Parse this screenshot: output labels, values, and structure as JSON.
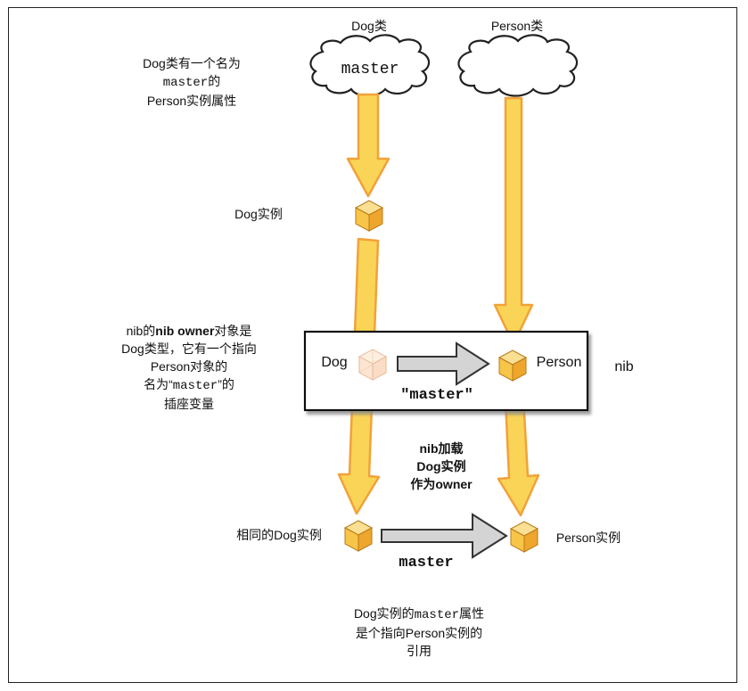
{
  "header": {
    "dog_class": "Dog类",
    "person_class": "Person类"
  },
  "clouds": {
    "dog_text": "master",
    "person_text": ""
  },
  "notes": {
    "top_left": {
      "line1": "Dog类有一个名为",
      "line2_code": "master",
      "line2_suffix": "的",
      "line3": "Person实例属性"
    },
    "dog_instance": "Dog实例",
    "nib_owner": {
      "l1_pre": "nib的",
      "l1_bold": "nib owner",
      "l1_post": "对象是",
      "l2": "Dog类型，它有一个指向",
      "l3": "Person对象的",
      "l4_pre": "名为“",
      "l4_code": "master",
      "l4_post": "”的",
      "l5": "插座变量"
    },
    "nib_loading": {
      "l1": "nib加载",
      "l2": "Dog实例",
      "l3_pre": "作为",
      "l3_bold": "owner"
    },
    "same_dog": "相同的Dog实例",
    "person_instance": "Person实例",
    "bottom": {
      "l1_pre": "Dog实例的",
      "l1_code": "master",
      "l1_post": "属性",
      "l2": "是个指向Person实例的",
      "l3": "引用"
    }
  },
  "nib_box": {
    "dog_label": "Dog",
    "person_label": "Person",
    "outlet_label": "\"master\"",
    "nib_label": "nib"
  },
  "bottom_arrow_label": "master",
  "colors": {
    "arrow_fill": "#f9d456",
    "arrow_stroke": "#f2a13a",
    "gray_arrow_fill": "#d4d4d4",
    "gray_arrow_stroke": "#333333",
    "cube_top": "#fbe094",
    "cube_left": "#f7c548",
    "cube_right": "#eea62c",
    "cube_edge": "#b97a18"
  }
}
